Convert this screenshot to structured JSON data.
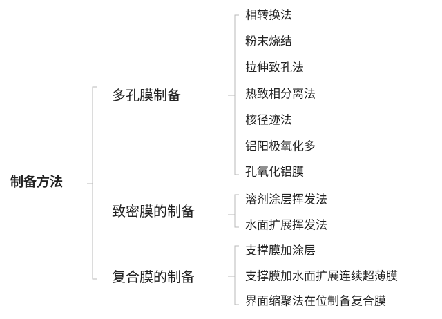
{
  "root": "制备方法",
  "branches": [
    {
      "label": "多孔膜制备",
      "children": [
        "相转换法",
        "粉末烧结",
        "拉伸致孔法",
        "热致相分离法",
        "核径迹法",
        "铝阳极氧化多",
        "孔氧化铝膜"
      ]
    },
    {
      "label": "致密膜的制备",
      "children": [
        "溶剂涂层挥发法",
        "水面扩展挥发法"
      ]
    },
    {
      "label": "复合膜的制备",
      "children": [
        "支撑膜加涂层",
        "支撑膜加水面扩展连续超薄膜",
        "界面缩聚法在位制备复合膜"
      ]
    }
  ],
  "colors": {
    "bracket": "#b8b8b8",
    "text": "#222222"
  }
}
